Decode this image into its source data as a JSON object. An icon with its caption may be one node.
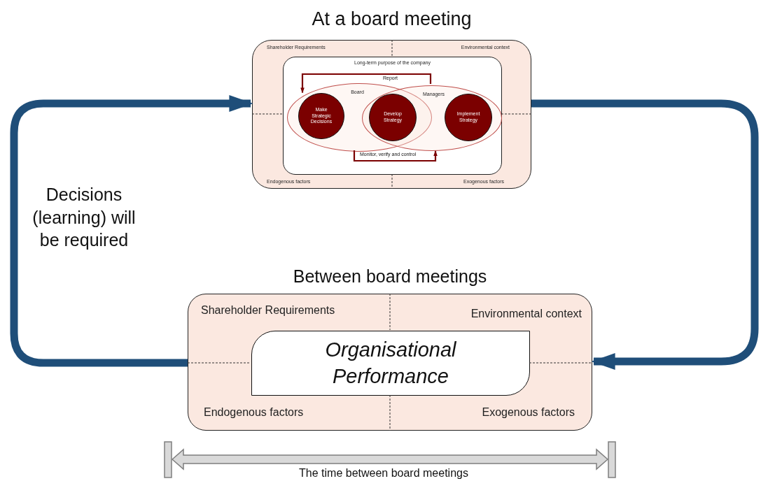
{
  "diagram": {
    "nodes": [
      {
        "text": [
          "At a board meeting",
          "Shareholder Requirements",
          "Environmental context",
          "Endogenous factors",
          "Exogenous factors"
        ]
      },
      {
        "text": [
          "Long-term purpose of the company"
        ],
        "in": 0
      },
      {
        "text": [
          "Board"
        ],
        "in": 1
      },
      {
        "text": [
          "Managers"
        ],
        "in": 1
      },
      {
        "text": [
          "Make Strategic Decisions"
        ],
        "in": 2
      },
      {
        "text": [
          "Develop Strategy"
        ]
      },
      {
        "text": [
          "Implement Strategy"
        ],
        "in": 3
      },
      {
        "text": [
          "Between board meetings",
          "Shareholder Requirements",
          "Environmental context",
          "Endogenous factors",
          "Exogenous factors"
        ]
      },
      {
        "text": [
          "Organisational Performance"
        ],
        "in": 7
      }
    ],
    "edges": [
      {
        "from": 0,
        "to": 7,
        "arrow": "to",
        "style": "thick"
      },
      {
        "from": 7,
        "to": 0,
        "arrow": "to",
        "style": "thick",
        "label": "Decisions (learning) will be required"
      },
      {
        "from": 3,
        "to": 2,
        "arrow": "to",
        "label": "Report",
        "color": "#7b0000"
      },
      {
        "from": 2,
        "to": 3,
        "arrow": "to",
        "label": "Monitor, verify and control",
        "color": "#7b0000"
      }
    ],
    "labels": [
      "The time between board meetings"
    ]
  }
}
